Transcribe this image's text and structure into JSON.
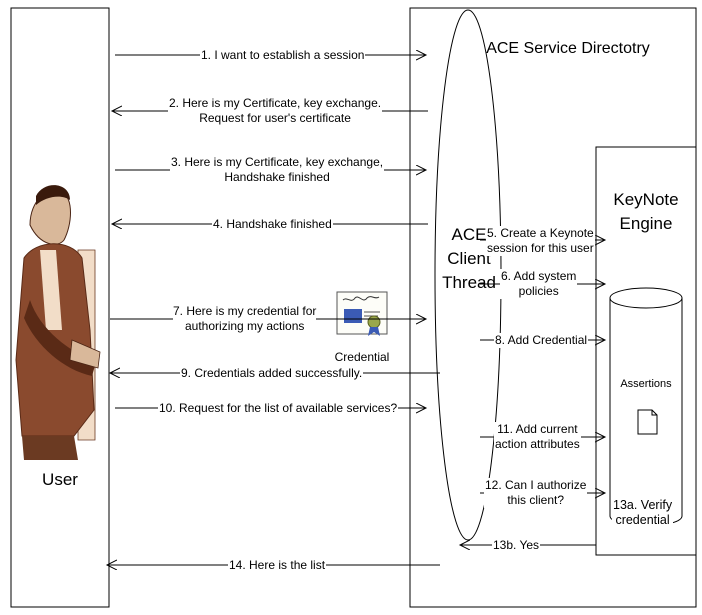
{
  "participants": {
    "user": "User",
    "directory": "ACE Service Directotry",
    "client_thread": [
      "ACE",
      "Client",
      "Thread"
    ],
    "keynote_engine": [
      "KeyNote",
      "Engine"
    ],
    "assertions": "Assertions",
    "credential_badge": "Credential"
  },
  "messages": [
    {
      "id": "m1",
      "lines": [
        "1. I want to establish a session"
      ]
    },
    {
      "id": "m2",
      "lines": [
        "2. Here is my Certificate, key exchange.",
        "Request for user's certificate"
      ]
    },
    {
      "id": "m3",
      "lines": [
        "3. Here is my Certificate, key exchange,",
        "Handshake finished"
      ]
    },
    {
      "id": "m4",
      "lines": [
        "4. Handshake finished"
      ]
    },
    {
      "id": "m5",
      "lines": [
        "5. Create a Keynote",
        "session for this user"
      ]
    },
    {
      "id": "m6",
      "lines": [
        "6. Add system",
        "policies"
      ]
    },
    {
      "id": "m7",
      "lines": [
        "7. Here is my credential for",
        "authorizing my actions"
      ]
    },
    {
      "id": "m8",
      "lines": [
        "8. Add Credential"
      ]
    },
    {
      "id": "m9",
      "lines": [
        "9. Credentials added successfully."
      ]
    },
    {
      "id": "m10",
      "lines": [
        "10. Request for the list of available services?"
      ]
    },
    {
      "id": "m11",
      "lines": [
        "11. Add current",
        "action attributes"
      ]
    },
    {
      "id": "m12",
      "lines": [
        "12. Can I authorize",
        "this client?"
      ]
    },
    {
      "id": "m13a",
      "lines": [
        "13a. Verify",
        "credential"
      ]
    },
    {
      "id": "m13b",
      "lines": [
        "13b.  Yes"
      ]
    },
    {
      "id": "m14",
      "lines": [
        "14. Here is the list"
      ]
    }
  ],
  "colors": {
    "line": "#000000",
    "person_shirt": "#f2ddc8",
    "person_jacket": "#8a4a2e",
    "person_shadow": "#5a2a16",
    "cert_blue": "#3b5bb5",
    "cert_seal": "#9aa84a"
  },
  "icons": [
    "user-figure-icon",
    "credential-certificate-icon",
    "document-icon",
    "database-cylinder-icon"
  ]
}
